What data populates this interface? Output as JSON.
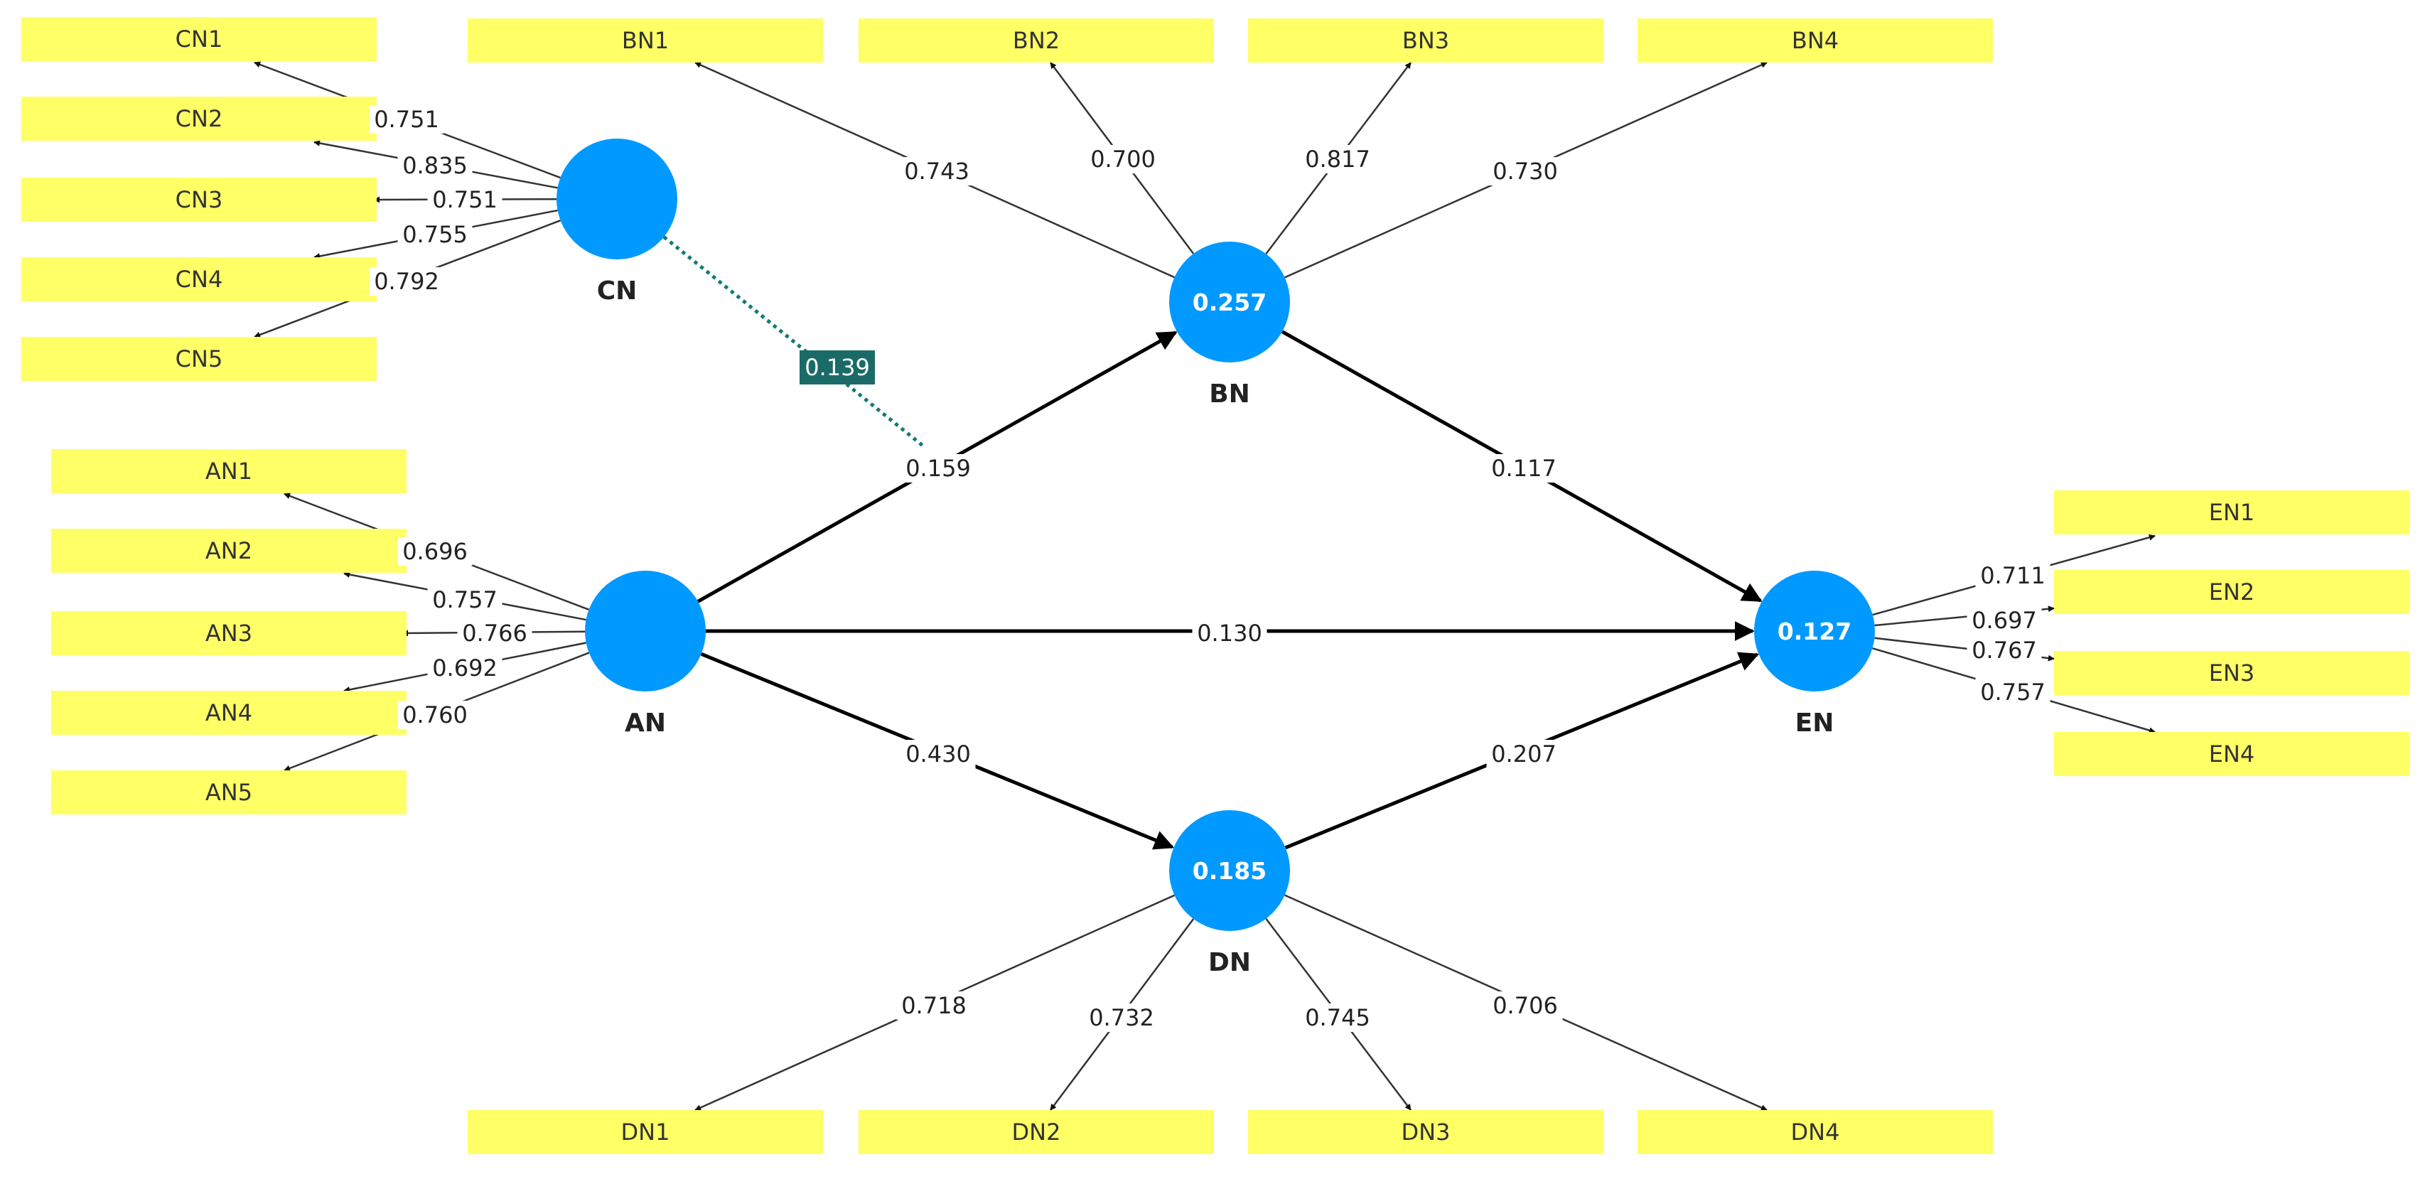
{
  "constructs": [
    {
      "id": "CN",
      "label": "CN",
      "value": ""
    },
    {
      "id": "AN",
      "label": "AN",
      "value": ""
    },
    {
      "id": "BN",
      "label": "BN",
      "value": "0.257"
    },
    {
      "id": "DN",
      "label": "DN",
      "value": "0.185"
    },
    {
      "id": "EN",
      "label": "EN",
      "value": "0.127"
    }
  ],
  "indicators": [
    {
      "id": "CN1",
      "label": "CN1",
      "construct": "CN",
      "loading": "0.751"
    },
    {
      "id": "CN2",
      "label": "CN2",
      "construct": "CN",
      "loading": "0.835"
    },
    {
      "id": "CN3",
      "label": "CN3",
      "construct": "CN",
      "loading": "0.751"
    },
    {
      "id": "CN4",
      "label": "CN4",
      "construct": "CN",
      "loading": "0.755"
    },
    {
      "id": "CN5",
      "label": "CN5",
      "construct": "CN",
      "loading": "0.792"
    },
    {
      "id": "AN1",
      "label": "AN1",
      "construct": "AN",
      "loading": "0.696"
    },
    {
      "id": "AN2",
      "label": "AN2",
      "construct": "AN",
      "loading": "0.757"
    },
    {
      "id": "AN3",
      "label": "AN3",
      "construct": "AN",
      "loading": "0.766"
    },
    {
      "id": "AN4",
      "label": "AN4",
      "construct": "AN",
      "loading": "0.692"
    },
    {
      "id": "AN5",
      "label": "AN5",
      "construct": "AN",
      "loading": "0.760"
    },
    {
      "id": "BN1",
      "label": "BN1",
      "construct": "BN",
      "loading": "0.743"
    },
    {
      "id": "BN2",
      "label": "BN2",
      "construct": "BN",
      "loading": "0.700"
    },
    {
      "id": "BN3",
      "label": "BN3",
      "construct": "BN",
      "loading": "0.817"
    },
    {
      "id": "BN4",
      "label": "BN4",
      "construct": "BN",
      "loading": "0.730"
    },
    {
      "id": "DN1",
      "label": "DN1",
      "construct": "DN",
      "loading": "0.718"
    },
    {
      "id": "DN2",
      "label": "DN2",
      "construct": "DN",
      "loading": "0.732"
    },
    {
      "id": "DN3",
      "label": "DN3",
      "construct": "DN",
      "loading": "0.745"
    },
    {
      "id": "DN4",
      "label": "DN4",
      "construct": "DN",
      "loading": "0.706"
    },
    {
      "id": "EN1",
      "label": "EN1",
      "construct": "EN",
      "loading": "0.711"
    },
    {
      "id": "EN2",
      "label": "EN2",
      "construct": "EN",
      "loading": "0.697"
    },
    {
      "id": "EN3",
      "label": "EN3",
      "construct": "EN",
      "loading": "0.767"
    },
    {
      "id": "EN4",
      "label": "EN4",
      "construct": "EN",
      "loading": "0.757"
    }
  ],
  "paths": [
    {
      "from": "AN",
      "to": "BN",
      "coefficient": "0.159"
    },
    {
      "from": "AN",
      "to": "EN",
      "coefficient": "0.130"
    },
    {
      "from": "AN",
      "to": "DN",
      "coefficient": "0.430"
    },
    {
      "from": "BN",
      "to": "EN",
      "coefficient": "0.117"
    },
    {
      "from": "DN",
      "to": "EN",
      "coefficient": "0.207"
    }
  ],
  "moderation": {
    "from": "CN",
    "coefficient": "0.139"
  },
  "colors": {
    "construct": "#0099ff",
    "indicator": "#ffff66",
    "moderation": "#1a6b68"
  }
}
